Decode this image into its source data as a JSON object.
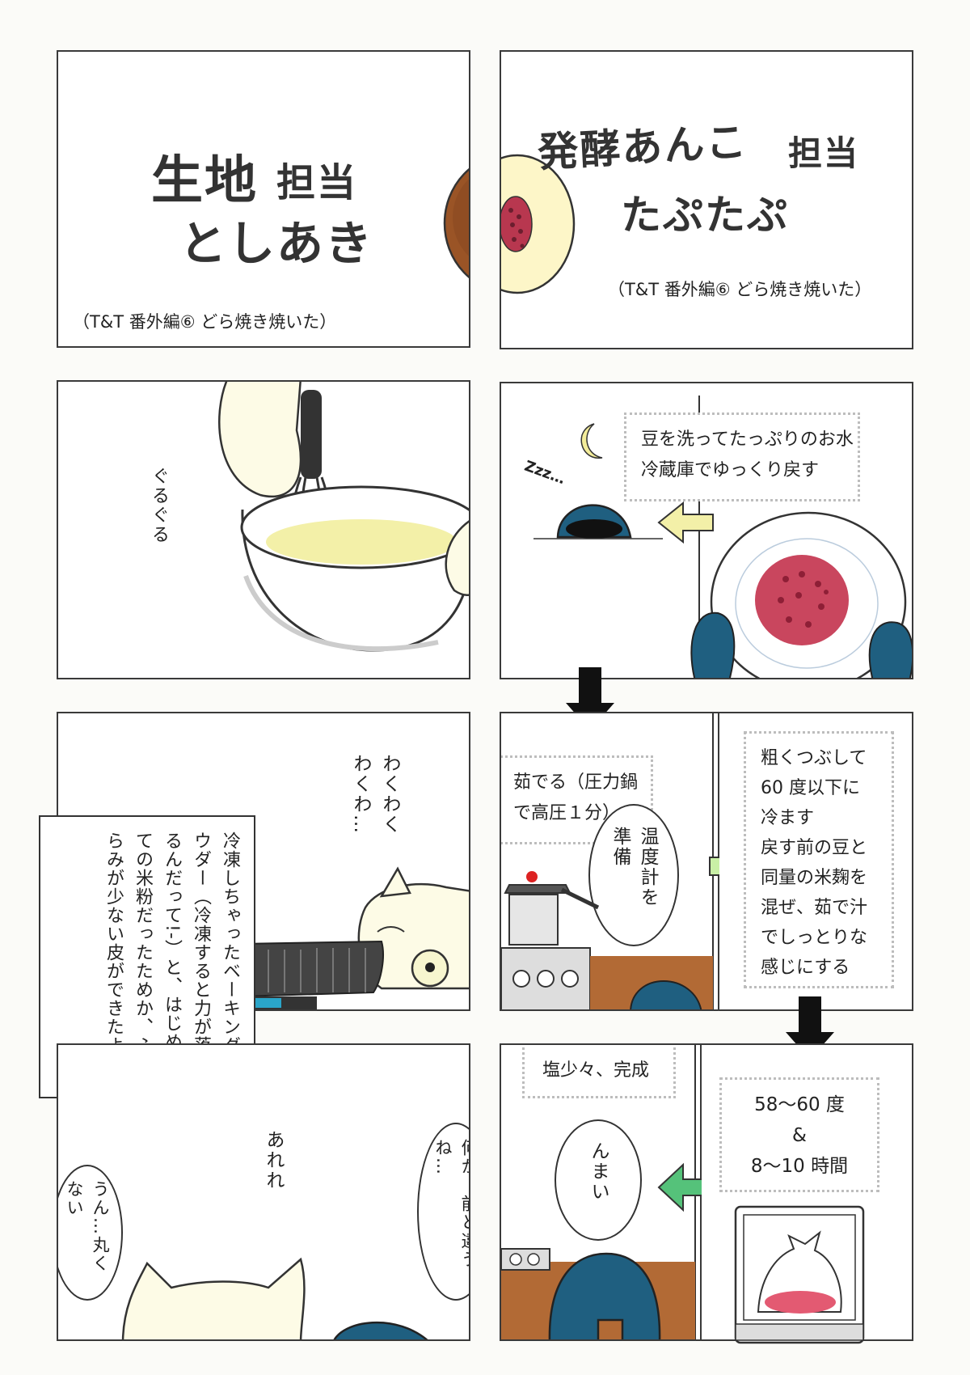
{
  "panel1": {
    "title_line1": "生地",
    "title_role": "担当",
    "title_name": "としあき",
    "caption": "（T&T 番外編⑥ どら焼き焼いた）"
  },
  "panel2": {
    "title_line1": "発酵あんこ",
    "title_role": "担当",
    "title_name": "たぷたぷ",
    "caption": "（T&T 番外編⑥ どら焼き焼いた）"
  },
  "panel3": {
    "sfx": "ぐるぐる"
  },
  "panel4": {
    "note_line1": "豆を洗ってたっぷりのお水",
    "note_line2": "冷蔵庫でゆっくり戻す",
    "sleep_sfx": "Zzz…"
  },
  "panel5": {
    "sfx": "わくわく\nわくわ…",
    "note": "冷凍しちゃったベーキングパウダー（冷凍すると力が落ちるんだって!-）と、はじめましての米粉だったためか、ふくらみが少ない皮ができたよ"
  },
  "panel6": {
    "note_line1": "茹でる（圧力鍋",
    "note_line2": "で高圧１分）",
    "bubble": "温度計を準備"
  },
  "panel7": {
    "lines": [
      "粗くつぶして",
      "60 度以下に",
      "冷ます",
      "戻す前の豆と",
      "同量の米麹を",
      "混ぜ、茹で汁",
      "でしっとりな",
      "感じにする"
    ]
  },
  "panel8": {
    "bubble_left": "うん…丸くない",
    "sfx": "あれれ",
    "bubble_right": "何か、前と違うね…"
  },
  "panel9": {
    "note": "塩少々、完成",
    "bubble": "んまい"
  },
  "panel10": {
    "line1": "58～60 度",
    "line2": "&",
    "line3": "8～10 時間"
  },
  "colors": {
    "navy": "#1f5f80",
    "cream": "#fdfbe6",
    "yellow": "#f3f0a8",
    "green_arrow": "#c9f0a6",
    "bean_red": "#b8374f",
    "brown": "#8a4a22",
    "wood": "#b26a35"
  }
}
